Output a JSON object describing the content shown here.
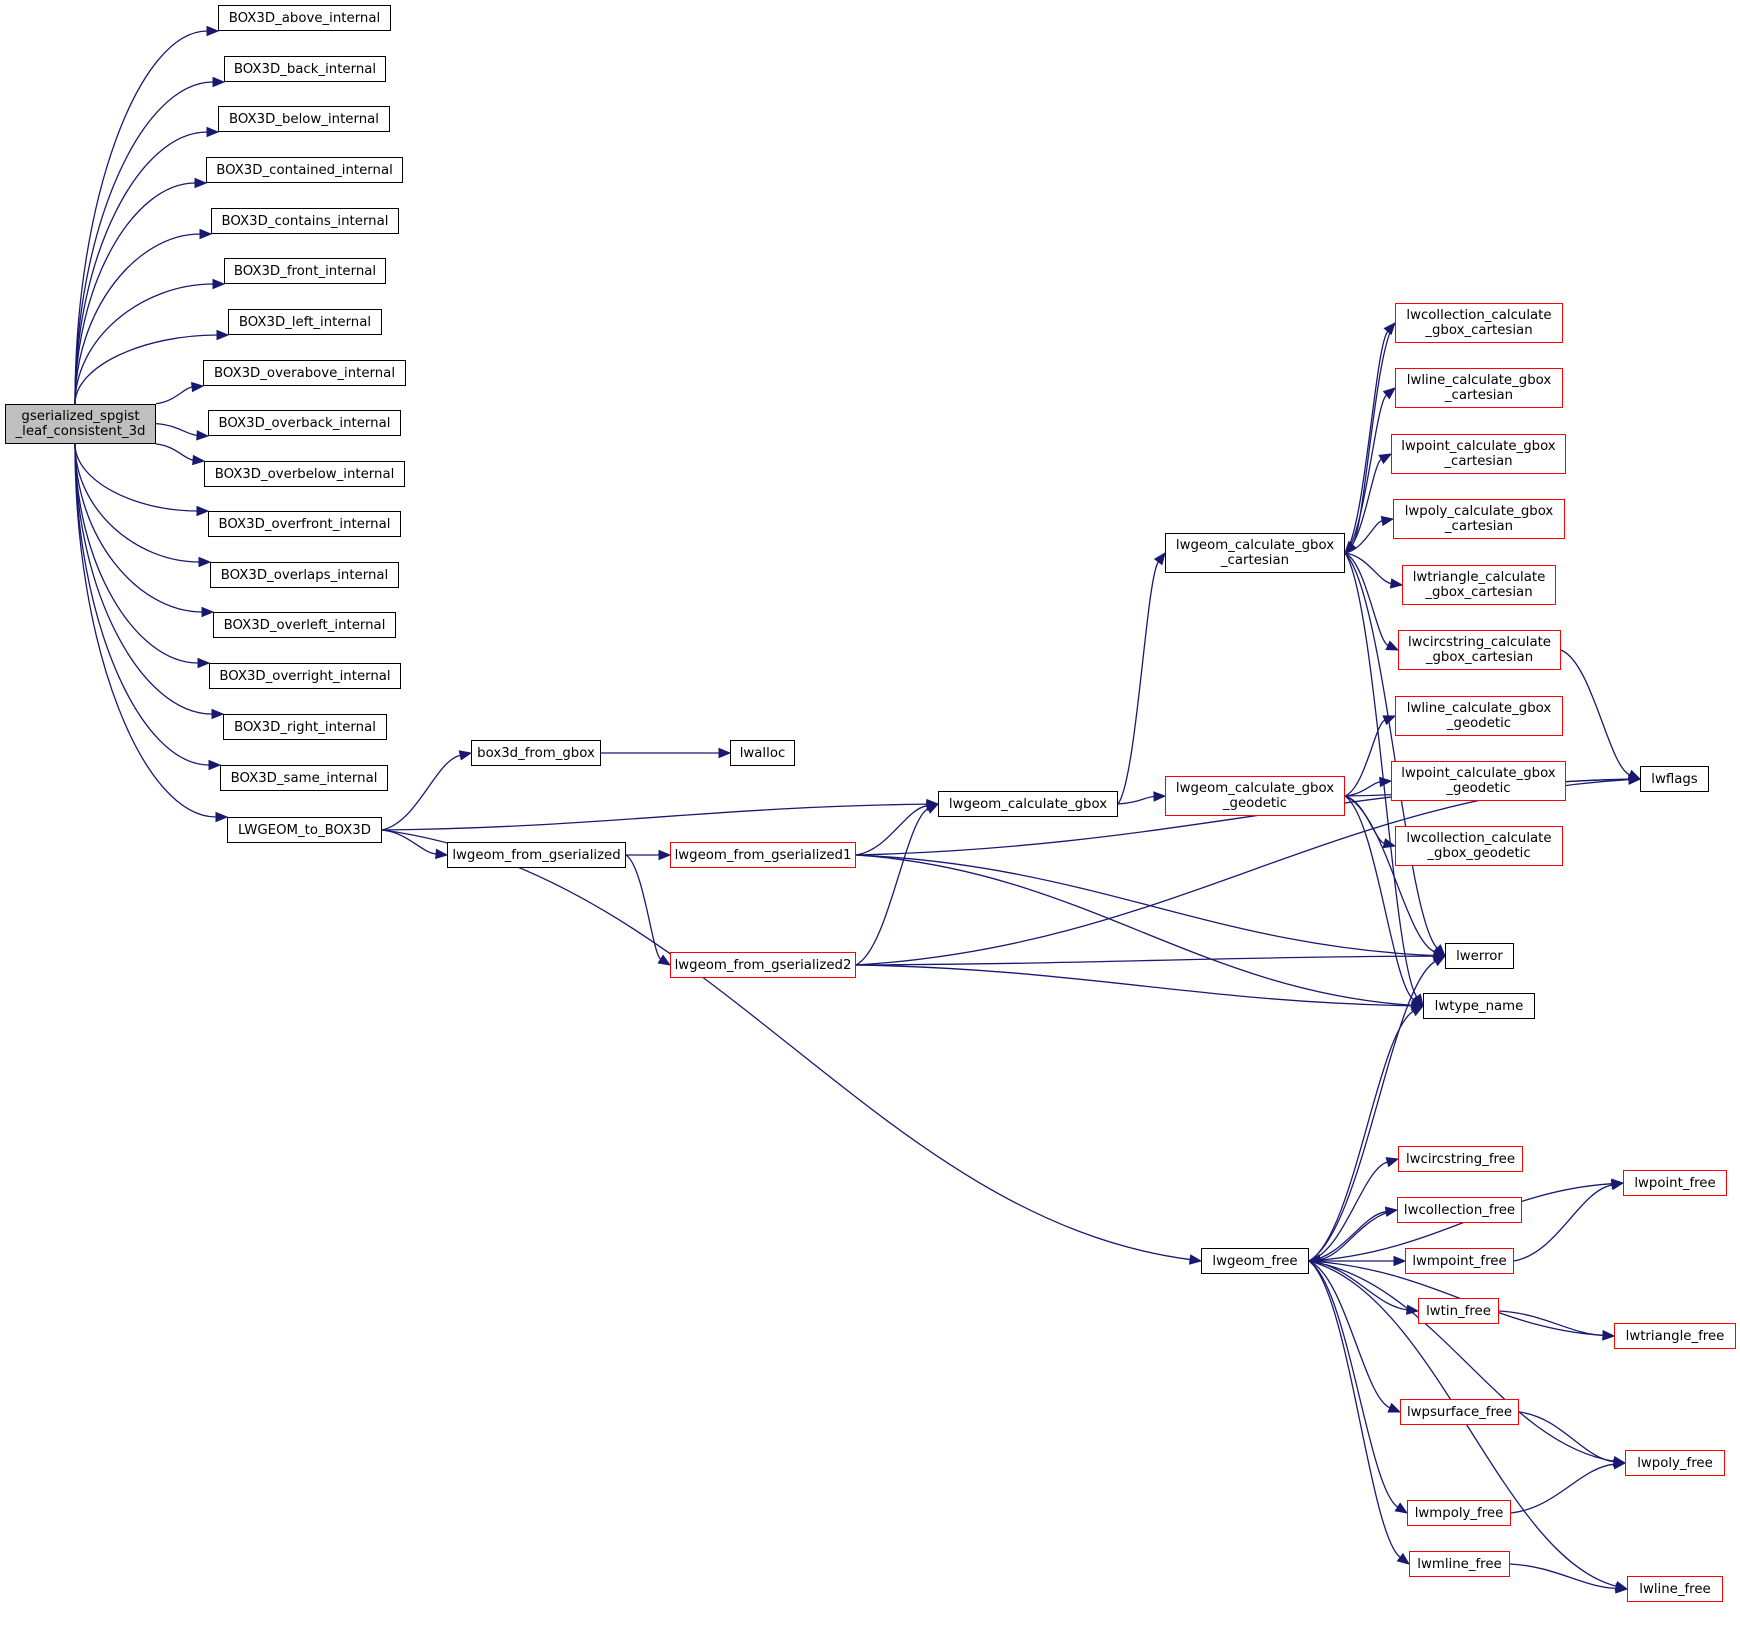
{
  "diagram": {
    "title": "Call graph of gserialized_spgist_leaf_consistent_3d",
    "colors": {
      "edge": "#191970",
      "node_border_documented": "#000000",
      "node_border_truncated": "#ff0000",
      "root_fill": "#bfbfbf"
    },
    "nodes": [
      {
        "id": "root",
        "label": "gserialized_spgist\n_leaf_consistent_3d",
        "style": "root"
      },
      {
        "id": "above",
        "label": "BOX3D_above_internal",
        "style": "black"
      },
      {
        "id": "back",
        "label": "BOX3D_back_internal",
        "style": "black"
      },
      {
        "id": "below",
        "label": "BOX3D_below_internal",
        "style": "black"
      },
      {
        "id": "contained",
        "label": "BOX3D_contained_internal",
        "style": "black"
      },
      {
        "id": "contains",
        "label": "BOX3D_contains_internal",
        "style": "black"
      },
      {
        "id": "front",
        "label": "BOX3D_front_internal",
        "style": "black"
      },
      {
        "id": "left",
        "label": "BOX3D_left_internal",
        "style": "black"
      },
      {
        "id": "overabove",
        "label": "BOX3D_overabove_internal",
        "style": "black"
      },
      {
        "id": "overback",
        "label": "BOX3D_overback_internal",
        "style": "black"
      },
      {
        "id": "overbelow",
        "label": "BOX3D_overbelow_internal",
        "style": "black"
      },
      {
        "id": "overfront",
        "label": "BOX3D_overfront_internal",
        "style": "black"
      },
      {
        "id": "overlaps",
        "label": "BOX3D_overlaps_internal",
        "style": "black"
      },
      {
        "id": "overleft",
        "label": "BOX3D_overleft_internal",
        "style": "black"
      },
      {
        "id": "overright",
        "label": "BOX3D_overright_internal",
        "style": "black"
      },
      {
        "id": "right",
        "label": "BOX3D_right_internal",
        "style": "black"
      },
      {
        "id": "same",
        "label": "BOX3D_same_internal",
        "style": "black"
      },
      {
        "id": "to_box3d",
        "label": "LWGEOM_to_BOX3D",
        "style": "black"
      },
      {
        "id": "box3d_from_gbox",
        "label": "box3d_from_gbox",
        "style": "black"
      },
      {
        "id": "lwalloc",
        "label": "lwalloc",
        "style": "black"
      },
      {
        "id": "from_gser",
        "label": "lwgeom_from_gserialized",
        "style": "black"
      },
      {
        "id": "from_gser1",
        "label": "lwgeom_from_gserialized1",
        "style": "red"
      },
      {
        "id": "from_gser2",
        "label": "lwgeom_from_gserialized2",
        "style": "red"
      },
      {
        "id": "calc_gbox",
        "label": "lwgeom_calculate_gbox",
        "style": "black"
      },
      {
        "id": "calc_cart",
        "label": "lwgeom_calculate_gbox\n_cartesian",
        "style": "black"
      },
      {
        "id": "calc_geod",
        "label": "lwgeom_calculate_gbox\n_geodetic",
        "style": "red"
      },
      {
        "id": "coll_cart",
        "label": "lwcollection_calculate\n_gbox_cartesian",
        "style": "red"
      },
      {
        "id": "line_cart",
        "label": "lwline_calculate_gbox\n_cartesian",
        "style": "red"
      },
      {
        "id": "point_cart",
        "label": "lwpoint_calculate_gbox\n_cartesian",
        "style": "red"
      },
      {
        "id": "poly_cart",
        "label": "lwpoly_calculate_gbox\n_cartesian",
        "style": "red"
      },
      {
        "id": "tri_cart",
        "label": "lwtriangle_calculate\n_gbox_cartesian",
        "style": "red"
      },
      {
        "id": "circ_cart",
        "label": "lwcircstring_calculate\n_gbox_cartesian",
        "style": "red"
      },
      {
        "id": "line_geod",
        "label": "lwline_calculate_gbox\n_geodetic",
        "style": "red"
      },
      {
        "id": "point_geod",
        "label": "lwpoint_calculate_gbox\n_geodetic",
        "style": "red"
      },
      {
        "id": "coll_geod",
        "label": "lwcollection_calculate\n_gbox_geodetic",
        "style": "red"
      },
      {
        "id": "lwflags",
        "label": "lwflags",
        "style": "black"
      },
      {
        "id": "lwerror",
        "label": "lwerror",
        "style": "black"
      },
      {
        "id": "lwtype_name",
        "label": "lwtype_name",
        "style": "black"
      },
      {
        "id": "lwgeom_free",
        "label": "lwgeom_free",
        "style": "black"
      },
      {
        "id": "circ_free",
        "label": "lwcircstring_free",
        "style": "red"
      },
      {
        "id": "coll_free",
        "label": "lwcollection_free",
        "style": "red"
      },
      {
        "id": "mpoint_free",
        "label": "lwmpoint_free",
        "style": "red"
      },
      {
        "id": "tin_free",
        "label": "lwtin_free",
        "style": "red"
      },
      {
        "id": "psurf_free",
        "label": "lwpsurface_free",
        "style": "red"
      },
      {
        "id": "mpoly_free",
        "label": "lwmpoly_free",
        "style": "red"
      },
      {
        "id": "mline_free",
        "label": "lwmline_free",
        "style": "red"
      },
      {
        "id": "point_free",
        "label": "lwpoint_free",
        "style": "red"
      },
      {
        "id": "tri_free",
        "label": "lwtriangle_free",
        "style": "red"
      },
      {
        "id": "poly_free",
        "label": "lwpoly_free",
        "style": "red"
      },
      {
        "id": "line_free",
        "label": "lwline_free",
        "style": "red"
      }
    ],
    "edges": [
      [
        "root",
        "above"
      ],
      [
        "root",
        "back"
      ],
      [
        "root",
        "below"
      ],
      [
        "root",
        "contained"
      ],
      [
        "root",
        "contains"
      ],
      [
        "root",
        "front"
      ],
      [
        "root",
        "left"
      ],
      [
        "root",
        "overabove"
      ],
      [
        "root",
        "overback"
      ],
      [
        "root",
        "overbelow"
      ],
      [
        "root",
        "overfront"
      ],
      [
        "root",
        "overlaps"
      ],
      [
        "root",
        "overleft"
      ],
      [
        "root",
        "overright"
      ],
      [
        "root",
        "right"
      ],
      [
        "root",
        "same"
      ],
      [
        "root",
        "to_box3d"
      ],
      [
        "to_box3d",
        "box3d_from_gbox"
      ],
      [
        "to_box3d",
        "calc_gbox"
      ],
      [
        "to_box3d",
        "from_gser"
      ],
      [
        "to_box3d",
        "lwgeom_free"
      ],
      [
        "box3d_from_gbox",
        "lwalloc"
      ],
      [
        "from_gser",
        "from_gser1"
      ],
      [
        "from_gser",
        "from_gser2"
      ],
      [
        "from_gser1",
        "calc_gbox"
      ],
      [
        "from_gser1",
        "lwflags"
      ],
      [
        "from_gser1",
        "lwerror"
      ],
      [
        "from_gser1",
        "lwtype_name"
      ],
      [
        "from_gser2",
        "calc_gbox"
      ],
      [
        "from_gser2",
        "lwerror"
      ],
      [
        "from_gser2",
        "lwtype_name"
      ],
      [
        "from_gser2",
        "lwflags"
      ],
      [
        "calc_gbox",
        "calc_cart"
      ],
      [
        "calc_gbox",
        "calc_geod"
      ],
      [
        "calc_cart",
        "coll_cart"
      ],
      [
        "calc_cart",
        "line_cart"
      ],
      [
        "calc_cart",
        "point_cart"
      ],
      [
        "calc_cart",
        "poly_cart"
      ],
      [
        "calc_cart",
        "tri_cart"
      ],
      [
        "calc_cart",
        "circ_cart"
      ],
      [
        "calc_cart",
        "lwerror"
      ],
      [
        "calc_cart",
        "lwtype_name"
      ],
      [
        "coll_cart",
        "calc_cart"
      ],
      [
        "circ_cart",
        "lwflags"
      ],
      [
        "calc_geod",
        "line_geod"
      ],
      [
        "calc_geod",
        "point_geod"
      ],
      [
        "calc_geod",
        "coll_geod"
      ],
      [
        "calc_geod",
        "lwerror"
      ],
      [
        "calc_geod",
        "lwtype_name"
      ],
      [
        "calc_geod",
        "lwflags"
      ],
      [
        "lwgeom_free",
        "lwerror"
      ],
      [
        "lwgeom_free",
        "lwtype_name"
      ],
      [
        "lwgeom_free",
        "circ_free"
      ],
      [
        "lwgeom_free",
        "coll_free"
      ],
      [
        "lwgeom_free",
        "mpoint_free"
      ],
      [
        "lwgeom_free",
        "tin_free"
      ],
      [
        "lwgeom_free",
        "psurf_free"
      ],
      [
        "lwgeom_free",
        "mpoly_free"
      ],
      [
        "lwgeom_free",
        "mline_free"
      ],
      [
        "lwgeom_free",
        "point_free"
      ],
      [
        "lwgeom_free",
        "tri_free"
      ],
      [
        "lwgeom_free",
        "poly_free"
      ],
      [
        "lwgeom_free",
        "line_free"
      ],
      [
        "coll_free",
        "lwgeom_free"
      ],
      [
        "mpoint_free",
        "point_free"
      ],
      [
        "tin_free",
        "tri_free"
      ],
      [
        "psurf_free",
        "poly_free"
      ],
      [
        "mpoly_free",
        "poly_free"
      ],
      [
        "mline_free",
        "line_free"
      ]
    ]
  }
}
